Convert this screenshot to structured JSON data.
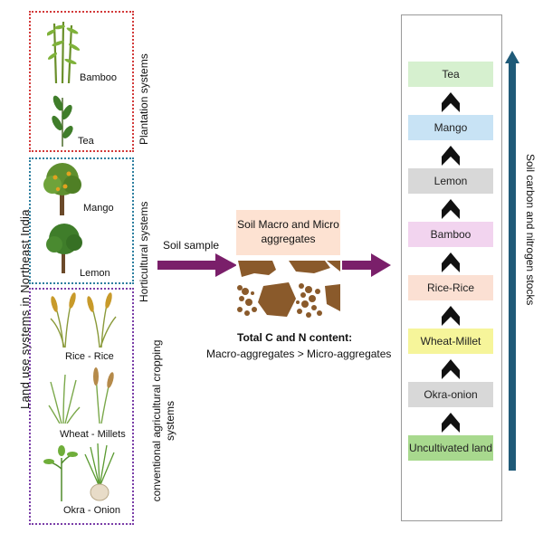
{
  "left": {
    "title": "Land use systems in Northeast India",
    "groups": [
      {
        "label": "Plantation systems",
        "color": "#d23a3a",
        "items": [
          "Bamboo",
          "Tea"
        ]
      },
      {
        "label": "Horticultural systems",
        "color": "#2d7fa0",
        "items": [
          "Mango",
          "Lemon"
        ]
      },
      {
        "label": "conventional agricultural cropping systems",
        "color": "#7a3ea8",
        "items": [
          "Rice - Rice",
          "Wheat - Millets",
          "Okra - Onion"
        ]
      }
    ]
  },
  "middle": {
    "soil_sample": "Soil sample",
    "aggregates_line1": "Soil Macro and Micro",
    "aggregates_line2": "aggregates",
    "total_title": "Total C and N content:",
    "comparison": "Macro-aggregates > Micro-aggregates"
  },
  "right": {
    "axis_label": "Soil carbon and nitrogen stocks",
    "ranks": [
      {
        "label": "Tea",
        "color": "#d6f0cf"
      },
      {
        "label": "Mango",
        "color": "#c8e3f5"
      },
      {
        "label": "Lemon",
        "color": "#d8d8d8"
      },
      {
        "label": "Bamboo",
        "color": "#f2d4ef"
      },
      {
        "label": "Rice-Rice",
        "color": "#fbe0d3"
      },
      {
        "label": "Wheat-Millet",
        "color": "#f6f59a"
      },
      {
        "label": "Okra-onion",
        "color": "#d8d8d8"
      },
      {
        "label": "Uncultivated land",
        "color": "#a8d98e"
      }
    ]
  },
  "colors": {
    "arrow_purple": "#7a1f6a",
    "axis_arrow": "#1f5a78",
    "chevron": "#111111",
    "soil_brown": "#8a5a2b"
  }
}
